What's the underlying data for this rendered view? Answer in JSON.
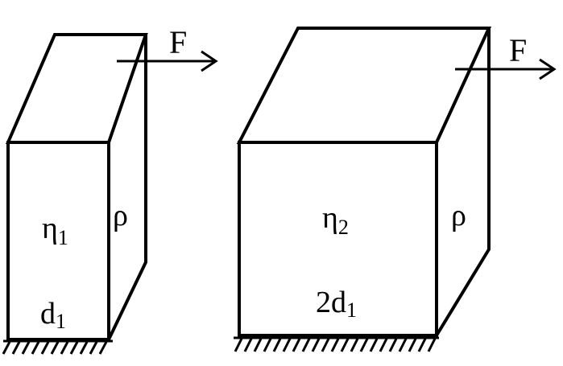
{
  "blocks": [
    {
      "force": "F",
      "viscosity": {
        "symbol": "η",
        "subscript": "1"
      },
      "density": "ρ",
      "thickness": {
        "main": "d",
        "subscript": "1"
      }
    },
    {
      "force": "F",
      "viscosity": {
        "symbol": "η",
        "subscript": "2"
      },
      "density": "ρ",
      "thickness": {
        "main": "2d",
        "subscript": "1"
      }
    }
  ]
}
